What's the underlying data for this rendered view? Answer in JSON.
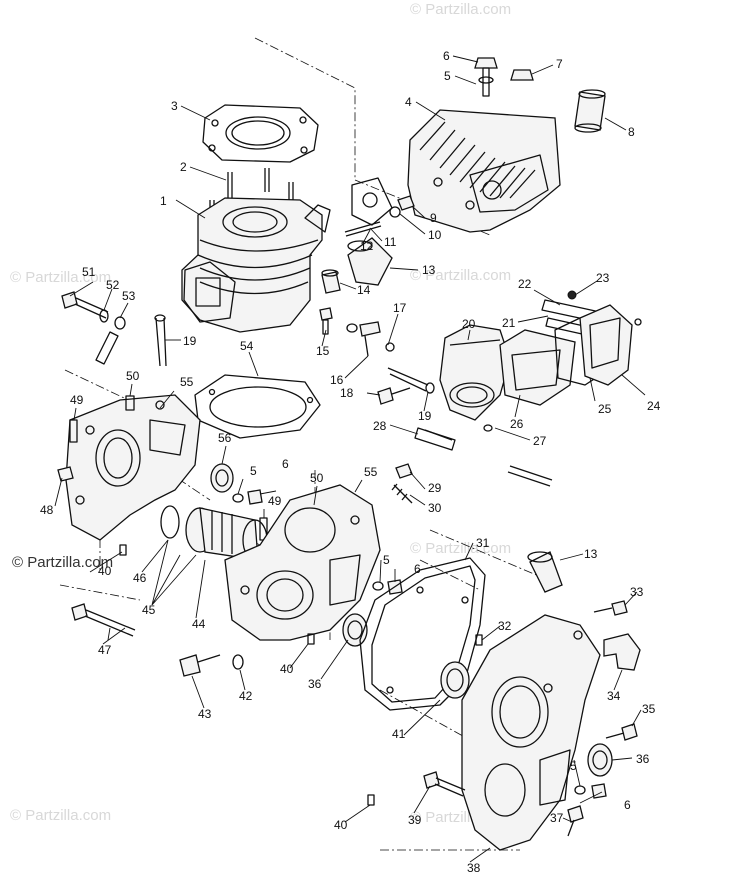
{
  "watermark": {
    "primary": "© Partzilla.com",
    "faint": "© Partzilla.com"
  },
  "callouts": [
    "1",
    "2",
    "3",
    "4",
    "5",
    "6",
    "7",
    "8",
    "9",
    "10",
    "11",
    "12",
    "13",
    "14",
    "15",
    "16",
    "17",
    "18",
    "19",
    "20",
    "21",
    "22",
    "23",
    "24",
    "25",
    "26",
    "27",
    "28",
    "29",
    "30",
    "31",
    "32",
    "33",
    "34",
    "35",
    "36",
    "37",
    "38",
    "39",
    "40",
    "41",
    "42",
    "43",
    "44",
    "45",
    "46",
    "47",
    "48",
    "49",
    "50",
    "51",
    "52",
    "53",
    "54",
    "55",
    "56"
  ]
}
